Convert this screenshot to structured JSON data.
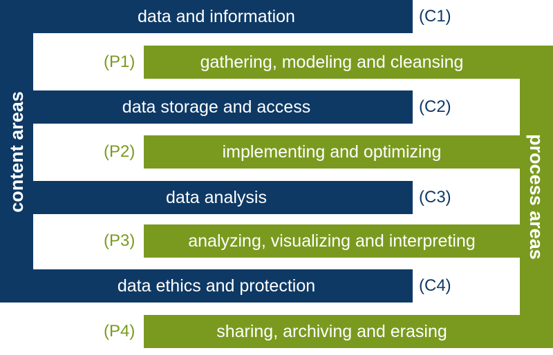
{
  "labels": {
    "content_areas": "content areas",
    "process_areas": "process areas"
  },
  "content": [
    {
      "code": "(C1)",
      "label": "data and information"
    },
    {
      "code": "(C2)",
      "label": "data storage and access"
    },
    {
      "code": "(C3)",
      "label": "data analysis"
    },
    {
      "code": "(C4)",
      "label": "data ethics and protection"
    }
  ],
  "process": [
    {
      "code": "(P1)",
      "label": "gathering, modeling and cleansing"
    },
    {
      "code": "(P2)",
      "label": "implementing and optimizing"
    },
    {
      "code": "(P3)",
      "label": "analyzing, visualizing and interpreting"
    },
    {
      "code": "(P4)",
      "label": "sharing, archiving and erasing"
    }
  ],
  "colors": {
    "content": "#0e3965",
    "process": "#7a9a1f"
  }
}
